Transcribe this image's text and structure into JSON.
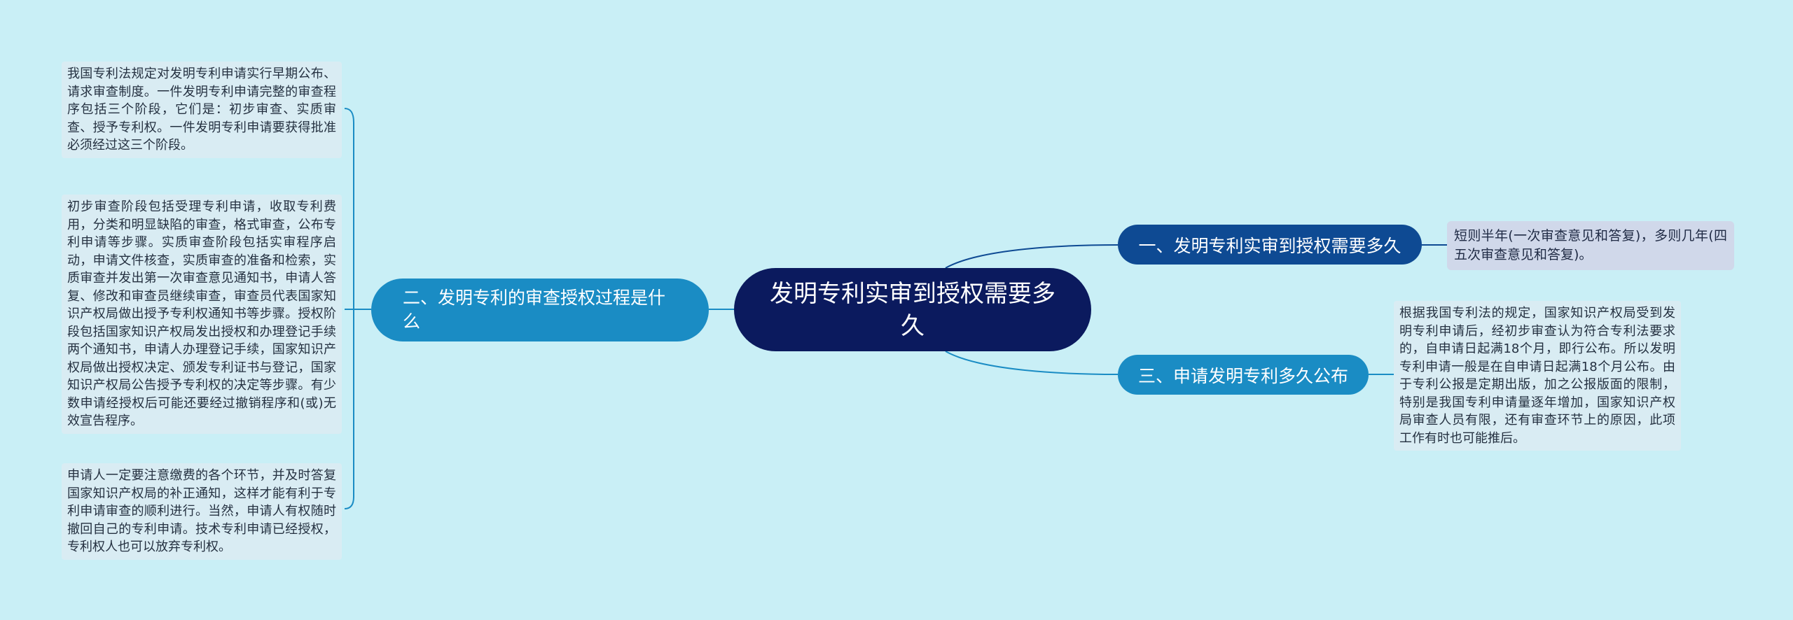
{
  "center": {
    "title": "发明专利实审到授权需要多久"
  },
  "branches": {
    "left": {
      "label": "二、发明专利的审查授权过程是什么"
    },
    "right_top": {
      "label": "一、发明专利实审到授权需要多久"
    },
    "right_bottom": {
      "label": "三、申请发明专利多久公布"
    }
  },
  "leaves": {
    "left_1": "我国专利法规定对发明专利申请实行早期公布、请求审查制度。一件发明专利申请完整的审查程序包括三个阶段，它们是：初步审查、实质审查、授予专利权。一件发明专利申请要获得批准必须经过这三个阶段。",
    "left_2": "初步审查阶段包括受理专利申请，收取专利费用，分类和明显缺陷的审查，格式审查，公布专利申请等步骤。实质审查阶段包括实审程序启动，申请文件核查，实质审查的准备和检索，实质审查并发出第一次审查意见通知书，申请人答复、修改和审查员继续审查，审查员代表国家知识产权局做出授予专利权通知书等步骤。授权阶段包括国家知识产权局发出授权和办理登记手续两个通知书，申请人办理登记手续，国家知识产权局做出授权决定、颁发专利证书与登记，国家知识产权局公告授予专利权的决定等步骤。有少数申请经授权后可能还要经过撤销程序和(或)无效宣告程序。",
    "left_3": "申请人一定要注意缴费的各个环节，并及时答复国家知识产权局的补正通知，这样才能有利于专利申请审查的顺利进行。当然，申请人有权随时撤回自己的专利申请。技术专利申请已经授权，专利权人也可以放弃专利权。",
    "right_1": "短则半年(一次审查意见和答复)，多则几年(四五次审查意见和答复)。",
    "right_3": "根据我国专利法的规定，国家知识产权局受到发明专利申请后，经初步审查认为符合专利法要求的，自申请日起满18个月，即行公布。所以发明专利申请一般是在自申请日起满18个月公布。由于专利公报是定期出版，加之公报版面的限制，特别是我国专利申请量逐年增加，国家知识产权局审查人员有限，还有审查环节上的原因，此项工作有时也可能推后。"
  },
  "colors": {
    "background": "#c9eff6",
    "center": "#0b1a5e",
    "branch_primary": "#1a8cc4",
    "branch_dark": "#0e4a93",
    "leaf": "#d9ecf3",
    "line": "#1a8cc4"
  }
}
